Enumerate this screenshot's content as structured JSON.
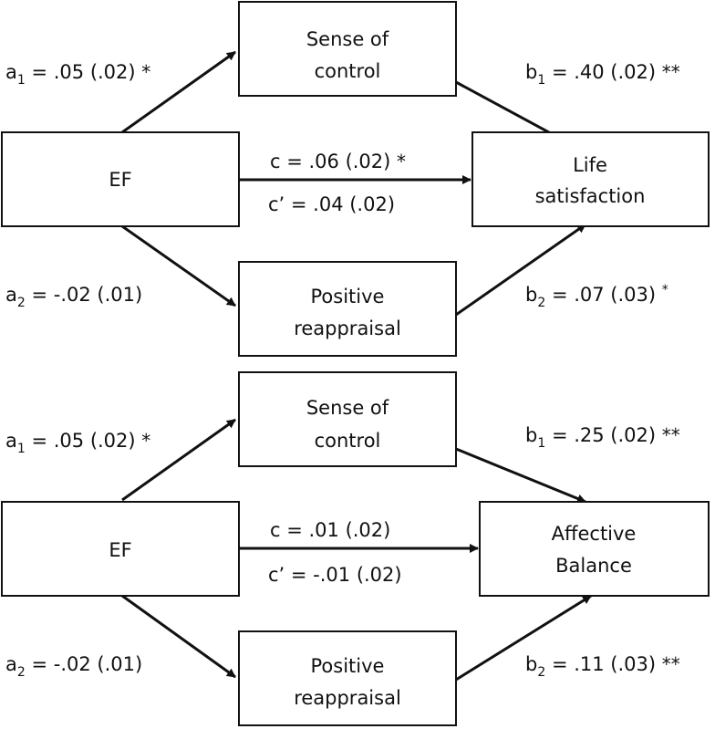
{
  "panels": [
    {
      "predictor": "EF",
      "mediator_top": [
        "Sense of",
        "control"
      ],
      "mediator_bottom": [
        "Positive",
        "reappraisal"
      ],
      "outcome": [
        "Life",
        "satisfaction"
      ],
      "a1": {
        "sym": "a",
        "sub": "1",
        "val": " = .05 (.02) ",
        "sig": "*"
      },
      "a2": {
        "sym": "a",
        "sub": "2",
        "val": " = -.02 (.01)",
        "sig": ""
      },
      "b1": {
        "sym": "b",
        "sub": "1",
        "val": " = .40 (.02) ",
        "sig": "**"
      },
      "b2": {
        "sym": "b",
        "sub": "2",
        "val": " = .07 (.03) ",
        "sig": "*"
      },
      "c": {
        "text": "c = .06 (.02) ",
        "sig": "*"
      },
      "c_prime": {
        "text": "c’ = .04 (.02)"
      }
    },
    {
      "predictor": "EF",
      "mediator_top": [
        "Sense of",
        "control"
      ],
      "mediator_bottom": [
        "Positive",
        "reappraisal"
      ],
      "outcome": [
        "Affective",
        "Balance"
      ],
      "a1": {
        "sym": "a",
        "sub": "1",
        "val": " = .05 (.02) ",
        "sig": "*"
      },
      "a2": {
        "sym": "a",
        "sub": "2",
        "val": " = -.02 (.01)",
        "sig": ""
      },
      "b1": {
        "sym": "b",
        "sub": "1",
        "val": " = .25 (.02) ",
        "sig": "**"
      },
      "b2": {
        "sym": "b",
        "sub": "2",
        "val": " = .11 (.03) ",
        "sig": "**"
      },
      "c": {
        "text": "c = .01 (.02)",
        "sig": ""
      },
      "c_prime": {
        "text": "c’ = -.01 (.02)"
      }
    }
  ]
}
